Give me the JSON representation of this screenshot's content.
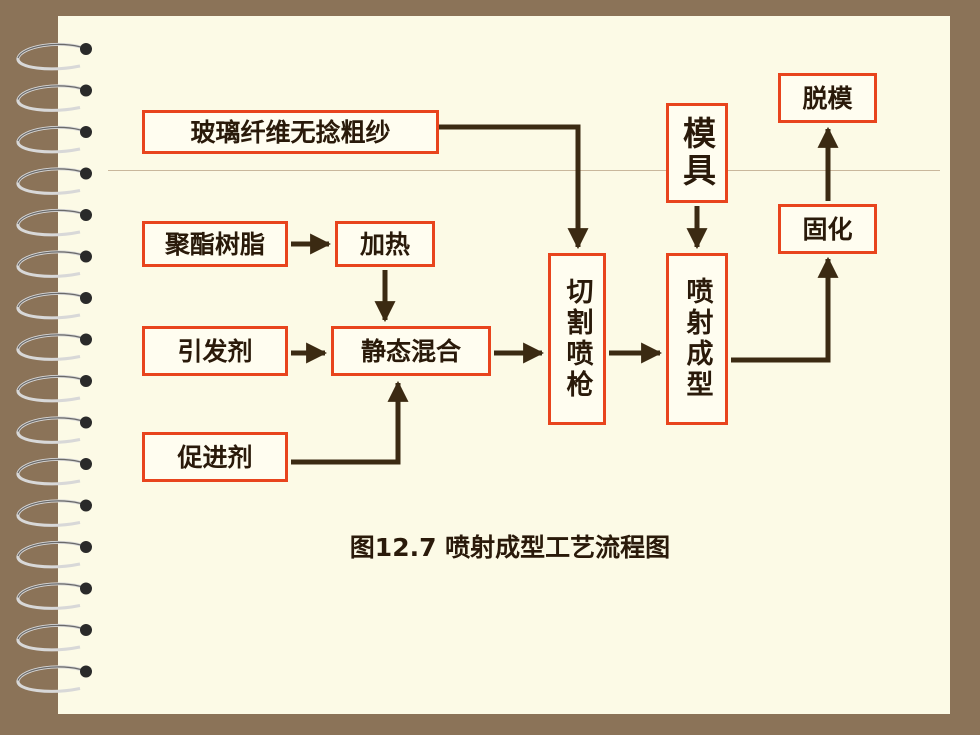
{
  "diagram": {
    "nodes": {
      "fiberglass": "玻璃纤维无捻粗纱",
      "resin": "聚酯树脂",
      "heat": "加热",
      "initiator": "引发剂",
      "static_mix": "静态混合",
      "accelerator": "促进剂",
      "cut_gun": "切割喷枪",
      "mold": "模具",
      "spray_form": "喷射成型",
      "cure": "固化",
      "demold": "脱模"
    },
    "caption": "图12.7  喷射成型工艺流程图"
  },
  "colors": {
    "box_border": "#e8441d",
    "arrow": "#3b2a12",
    "page": "#fcfae6",
    "background": "#8b7358"
  }
}
